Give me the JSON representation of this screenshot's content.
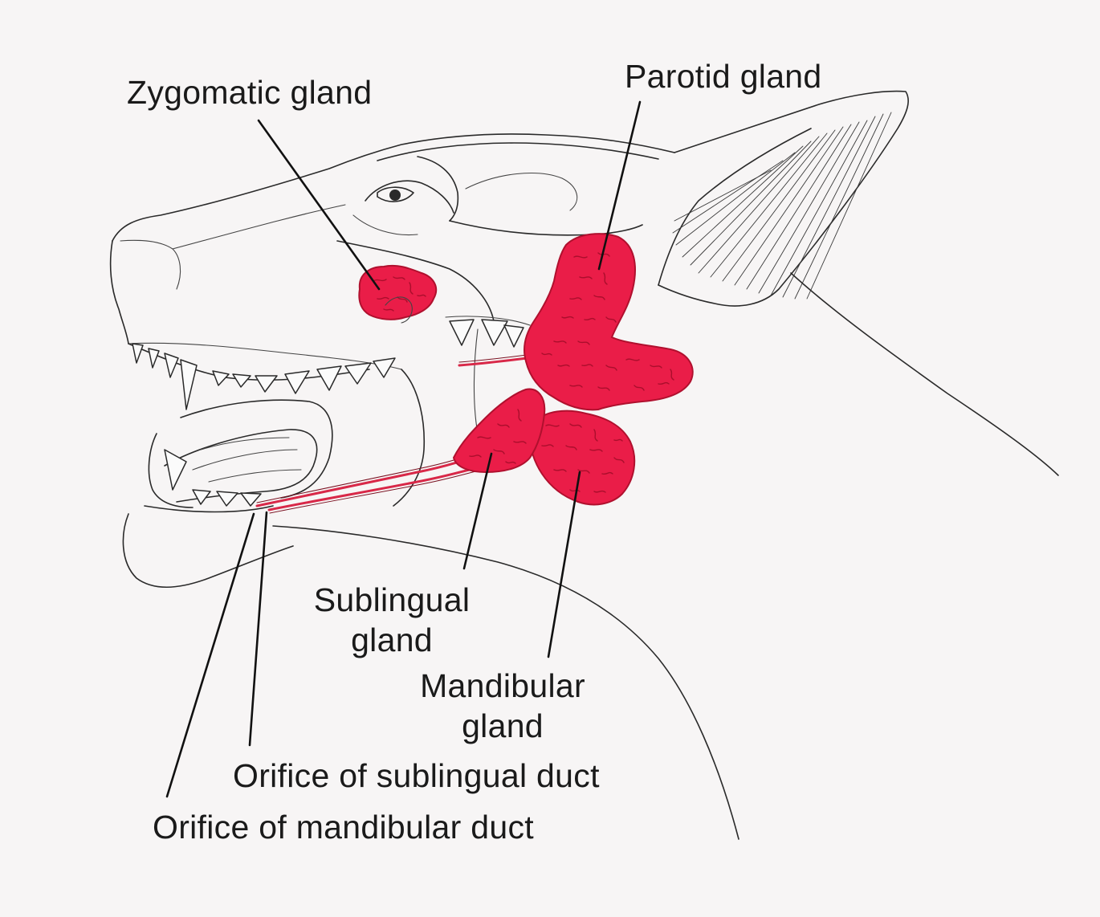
{
  "labels": {
    "zygomatic": "Zygomatic gland",
    "parotid": "Parotid gland",
    "sublingual_line1": "Sublingual",
    "sublingual_line2": "gland",
    "mandibular_line1": "Mandibular",
    "mandibular_line2": "gland",
    "orifice_sublingual": "Orifice of sublingual duct",
    "orifice_mandibular": "Orifice of mandibular duct"
  },
  "colors": {
    "gland_fill": "#ea1d48",
    "gland_outline": "#b0102e",
    "line_art": "#2a2a2a",
    "background": "#f7f5f5"
  }
}
